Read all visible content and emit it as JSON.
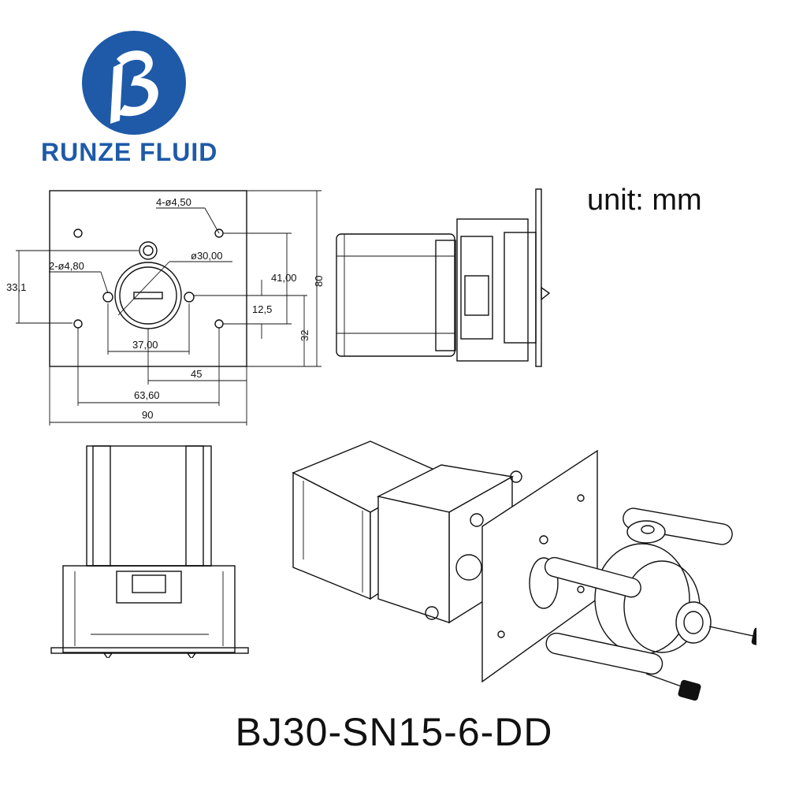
{
  "brand": {
    "name": "RUNZE FLUID",
    "logo_letter": "B",
    "logo_color": "#1e5aa8"
  },
  "unit_note": "unit: mm",
  "model": "BJ30-SN15-6-DD",
  "front_view": {
    "dimensions": {
      "mount_holes": "4-ø4,50",
      "locating_holes": "2-ø4,80",
      "boss_diameter": "ø30,00",
      "height_offset_left": "33,1",
      "hole_spacing_v": "41,00",
      "overall_height": "80",
      "shaft_offset": "12,5",
      "center_height": "32",
      "locating_spacing": "37,00",
      "center_offset": "45",
      "hole_spacing_h": "63,60",
      "overall_width": "90"
    }
  }
}
